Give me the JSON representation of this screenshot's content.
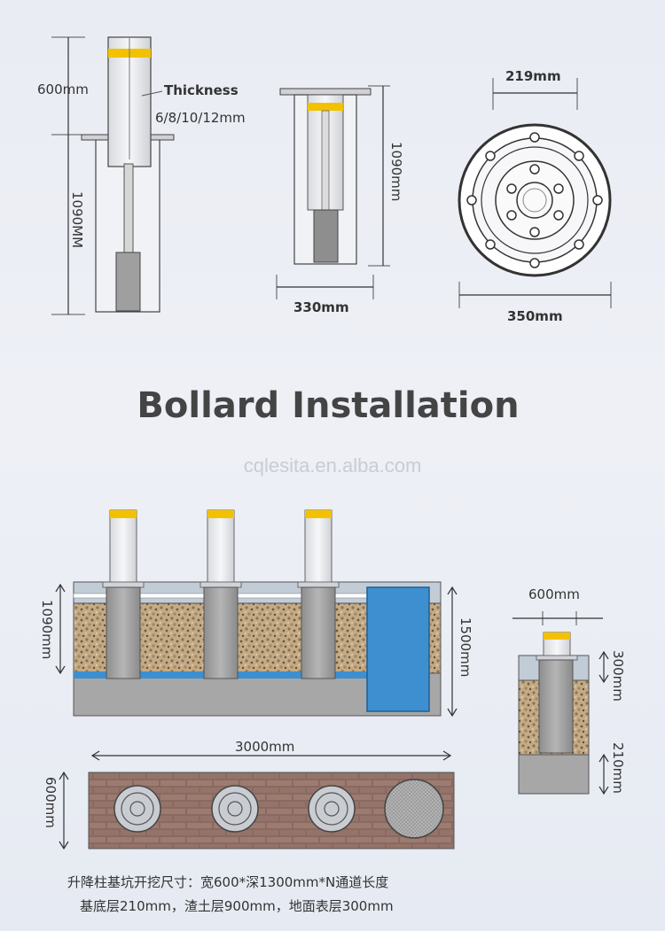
{
  "title": "Bollard Installation",
  "watermark": "cqlesita.en.alba.com",
  "top_left": {
    "dim_600": "600mm",
    "dim_1090_mirrored": "1090MM",
    "thickness_label": "Thickness",
    "thickness_values": "6/8/10/12mm"
  },
  "top_middle": {
    "dim_height": "1090mm",
    "dim_width": "330mm"
  },
  "top_right": {
    "dim_inner": "219mm",
    "dim_outer": "350mm"
  },
  "install_front": {
    "dim_left": "1090mm",
    "dim_right": "1500mm",
    "dim_length": "3000mm"
  },
  "install_plan": {
    "dim_width": "600mm"
  },
  "section": {
    "dim_width": "600mm",
    "dim_top": "300mm",
    "dim_bottom": "210mm"
  },
  "notes": {
    "line1": "升降柱基坑开挖尺寸：宽600*深1300mm*N通道长度",
    "line2": "基底层210mm，渣土层900mm，地面表层300mm"
  },
  "colors": {
    "yellow_band": "#f2c200",
    "gravel": "#b9a07a",
    "concrete": "#999999",
    "water_box": "#3d8fd0",
    "brick": "#8a6a60"
  }
}
